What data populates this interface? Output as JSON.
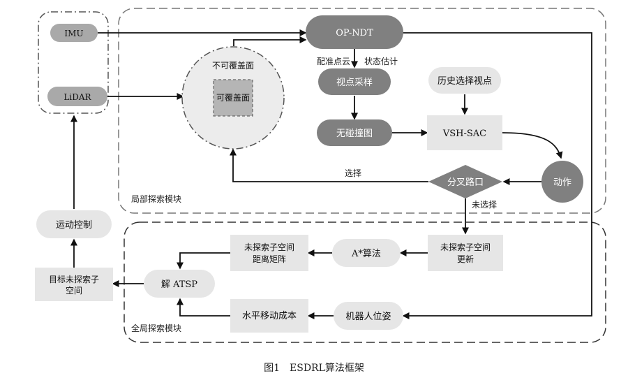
{
  "diagram": {
    "sensors": {
      "imu": "IMU",
      "lidar": "LiDAR"
    },
    "modules": {
      "local": "局部探索模块",
      "global": "全局探索模块"
    },
    "nodes": {
      "op_ndt": "OP-NDT",
      "uncoverable": "不可覆盖面",
      "coverable": "可覆盖面",
      "viewpoint_sampling": "视点采样",
      "collision_free": "无碰撞图",
      "history": "历史选择视点",
      "vsh_sac": "VSH-SAC",
      "action": "动作",
      "fork": "分叉路口",
      "motion_control": "运动控制",
      "target_line1": "目标未探索子",
      "target_line2": "空间",
      "solve_atsp": "解 ATSP",
      "dist_line1": "未探索子空间",
      "dist_line2": "距离矩阵",
      "astar": "A*算法",
      "update_line1": "未探索子空间",
      "update_line2": "更新",
      "move_cost": "水平移动成本",
      "robot_pose": "机器人位姿"
    },
    "edge_labels": {
      "registration": "配准点云",
      "state_estimation": "状态估计",
      "select": "选择",
      "not_select": "未选择"
    },
    "colors": {
      "dark_node": "#808080",
      "light_node": "#e6e6e6",
      "circle_fill": "#ececec",
      "stroke": "#111111"
    }
  },
  "caption": "图1　ESDRL算法框架"
}
